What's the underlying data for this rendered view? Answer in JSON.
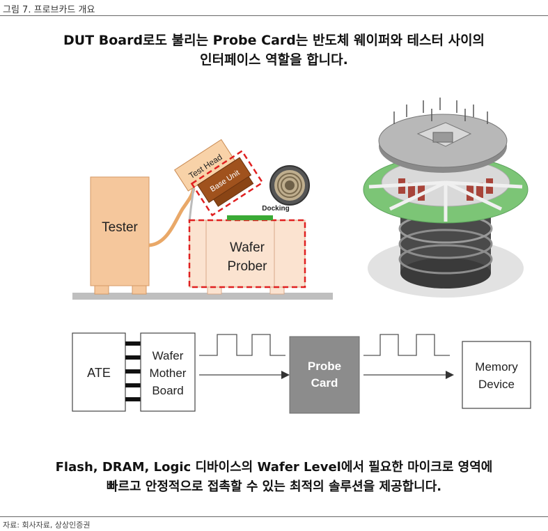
{
  "figure_label": "그림 7. 프로브카드 개요",
  "headline": {
    "line1": "DUT Board로도 불리는 Probe Card는 반도체 웨이퍼와 테스터 사이의",
    "line2": "인터페이스 역할을 합니다."
  },
  "setup": {
    "tester": "Tester",
    "test_head": "Test Head",
    "base_unit": "Base Unit",
    "docking": "Docking",
    "wafer_prober_1": "Wafer",
    "wafer_prober_2": "Prober"
  },
  "flow": {
    "ate": "ATE",
    "wmb_1": "Wafer",
    "wmb_2": "Mother",
    "wmb_3": "Board",
    "probe_1": "Probe",
    "probe_2": "Card",
    "mem_1": "Memory",
    "mem_2": "Device"
  },
  "bottom": {
    "line1": "Flash, DRAM, Logic 디바이스의 Wafer Level에서 필요한 마이크로 영역에",
    "line2": "빠르고 안정적으로 접촉할 수 있는 최적의 솔루션을 제공합니다."
  },
  "source": "자료: 회사자료, 상상인증권",
  "colors": {
    "tester_fill": "#f5c79c",
    "test_head_fill": "#f8d2a8",
    "base_unit_fill": "#a0521d",
    "prober_fill": "#fbe3d0",
    "dashed_red": "#e02020",
    "docking_green": "#3aaa35",
    "probe_card_box": "#8c8c8c",
    "ground": "#bfbfbf",
    "probecard_green": "#7cc576"
  }
}
